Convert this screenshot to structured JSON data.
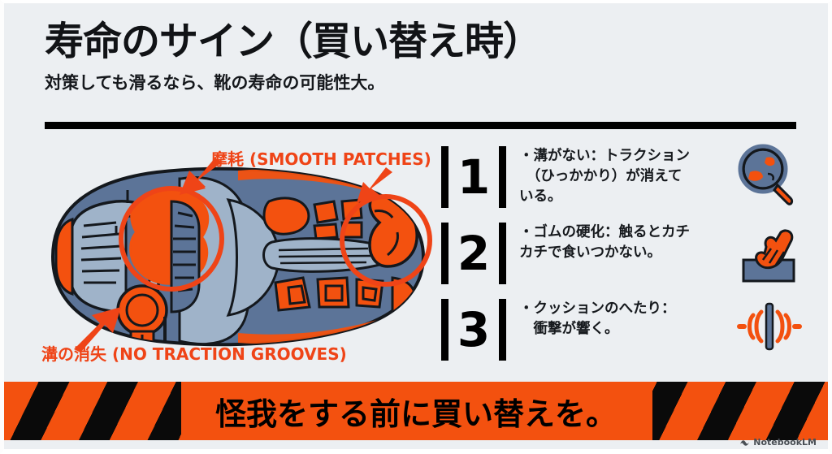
{
  "header": {
    "title": "寿命のサイン（買い替え時）",
    "subtitle": "対策しても滑るなら、靴の寿命の可能性大。"
  },
  "diagram": {
    "name": "shoe-outsole-wear-diagram",
    "annotation_top": "摩耗 (SMOOTH PATCHES)",
    "annotation_bottom": "溝の消失 (NO TRACTION GROOVES)",
    "colors": {
      "orange": "#f3510f",
      "blue_mid": "#5c7498",
      "blue_light": "#9fb3c9",
      "outline": "#14181d",
      "highlight_circle": "#ef4417"
    }
  },
  "signs": [
    {
      "number": "1",
      "text": "・溝がない：トラクション\n　（ひっかかり）が消えて\nいる。",
      "icon": "magnifier-icon"
    },
    {
      "number": "2",
      "text": "・ゴムの硬化：触るとカチ\nカチで食いつかない。",
      "icon": "hand-touch-rubber-icon"
    },
    {
      "number": "3",
      "text": "・クッションのへたり：\n　衝撃が響く。",
      "icon": "shockwave-icon"
    }
  ],
  "banner": {
    "text": "怪我をする前に買い替えを。",
    "background": "#f3510f",
    "stripe": "#0a0a0a"
  },
  "watermark": {
    "label": "NotebookLM"
  }
}
